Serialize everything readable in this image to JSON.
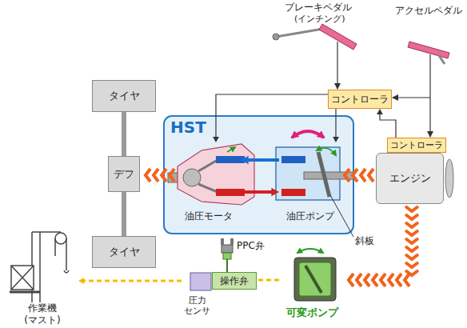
{
  "diagram": {
    "nodes": [
      {
        "text": [
          "コントローラ"
        ]
      },
      {
        "text": [
          "HST"
        ]
      },
      {
        "text": [
          "油圧モータ"
        ],
        "in": 1
      },
      {
        "text": [
          "油圧ポンプ"
        ],
        "in": 1
      },
      {
        "text": [
          "コントローラ"
        ]
      },
      {
        "text": [
          "エンジン"
        ]
      },
      {
        "text": [
          "タイヤ"
        ]
      },
      {
        "text": [
          "デフ"
        ]
      },
      {
        "text": [
          "タイヤ"
        ]
      },
      {
        "text": [
          "作業機 (マスト)"
        ]
      },
      {
        "text": [
          "圧力 センサ"
        ]
      },
      {
        "text": [
          "操作弁"
        ]
      },
      {
        "text": [
          "可変ポンプ"
        ]
      }
    ],
    "edges": [
      {
        "from": 4,
        "to": 0,
        "arrow": "to"
      },
      {
        "from": 0,
        "to": 2,
        "arrow": "to"
      },
      {
        "from": 0,
        "to": 3,
        "arrow": "to"
      },
      {
        "from": 5,
        "to": 3,
        "arrow": "to"
      },
      {
        "from": 3,
        "to": 2,
        "arrow": "to"
      },
      {
        "from": 2,
        "to": 3,
        "arrow": "to"
      },
      {
        "from": 2,
        "to": 7,
        "arrow": "to"
      },
      {
        "from": 5,
        "to": 12,
        "arrow": "to"
      },
      {
        "from": 12,
        "to": 11,
        "arrow": "none"
      },
      {
        "from": 10,
        "to": 9,
        "arrow": "to"
      },
      {
        "from": 7,
        "to": 6,
        "arrow": "none"
      },
      {
        "from": 7,
        "to": 8,
        "arrow": "none"
      }
    ],
    "labels": [
      "ブレーキペダル",
      "(インチング)",
      "アクセルペダル",
      "斜板",
      "PPC弁"
    ]
  }
}
